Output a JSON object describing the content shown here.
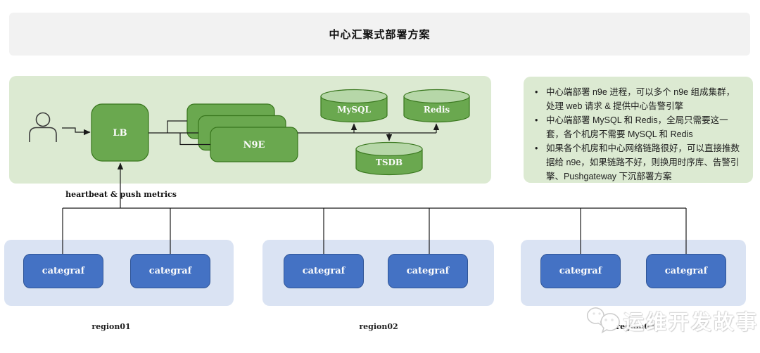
{
  "title": "中心汇聚式部署方案",
  "center_panel": {
    "lb": "LB",
    "n9e": "N9E",
    "mysql": "MySQL",
    "redis": "Redis",
    "tsdb": "TSDB"
  },
  "edge_label": "heartbeat & push metrics",
  "notes": [
    "中心端部署 n9e 进程，可以多个 n9e 组成集群，处理 web 请求 & 提供中心告警引擎",
    "中心端部署 MySQL 和 Redis，全局只需要这一套，各个机房不需要 MySQL 和 Redis",
    "如果各个机房和中心网络链路很好，可以直接推数据给 n9e，如果链路不好，则换用时序库、告警引擎、Pushgateway 下沉部署方案"
  ],
  "regions": [
    {
      "name": "region01",
      "nodes": [
        "categraf",
        "categraf"
      ]
    },
    {
      "name": "region02",
      "nodes": [
        "categraf",
        "categraf"
      ]
    },
    {
      "name": "region03",
      "nodes": [
        "categraf",
        "categraf"
      ]
    }
  ],
  "watermark": "运维开发故事",
  "colors": {
    "node_green": "#6aa84f",
    "node_green_border": "#38761d",
    "cylinder_top": "#b6d7a8",
    "panel_green": "#dcead2",
    "node_blue": "#4472c4",
    "node_blue_border": "#2f5597",
    "panel_blue": "#dae3f3",
    "titlebar_gray": "#f2f2f2",
    "line": "#1a1a1a"
  }
}
